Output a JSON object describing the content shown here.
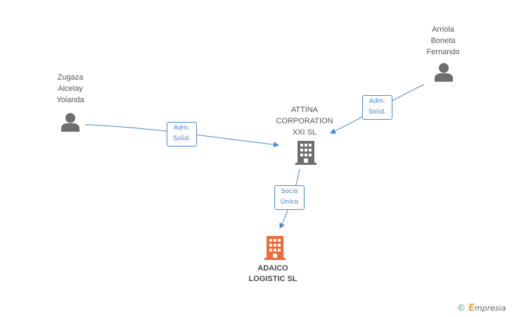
{
  "nodes": {
    "zugaza": {
      "label": "Zugaza\nAlcelay\nYolanda",
      "type": "person"
    },
    "arriola": {
      "label": "Arriola\nBoneta\nFernando",
      "type": "person"
    },
    "attina": {
      "label": "ATTINA\nCORPORATION\nXXI SL",
      "type": "company"
    },
    "adaico": {
      "label": "ADAICO\nLOGISTIC SL",
      "type": "company-highlighted"
    }
  },
  "edges": {
    "zugaza_attina": {
      "label": "Adm.\nSolid."
    },
    "arriola_attina": {
      "label": "Adm.\nSolid."
    },
    "attina_adaico": {
      "label": "Socio\nÚnico"
    }
  },
  "colors": {
    "person_icon": "#6e6e6e",
    "company_icon": "#6e6e6e",
    "highlight_company_icon": "#f06a35",
    "edge": "#4a86d4"
  },
  "footer": {
    "copyright_symbol": "©",
    "brand_initial": "E",
    "brand_rest": "mpresia"
  }
}
